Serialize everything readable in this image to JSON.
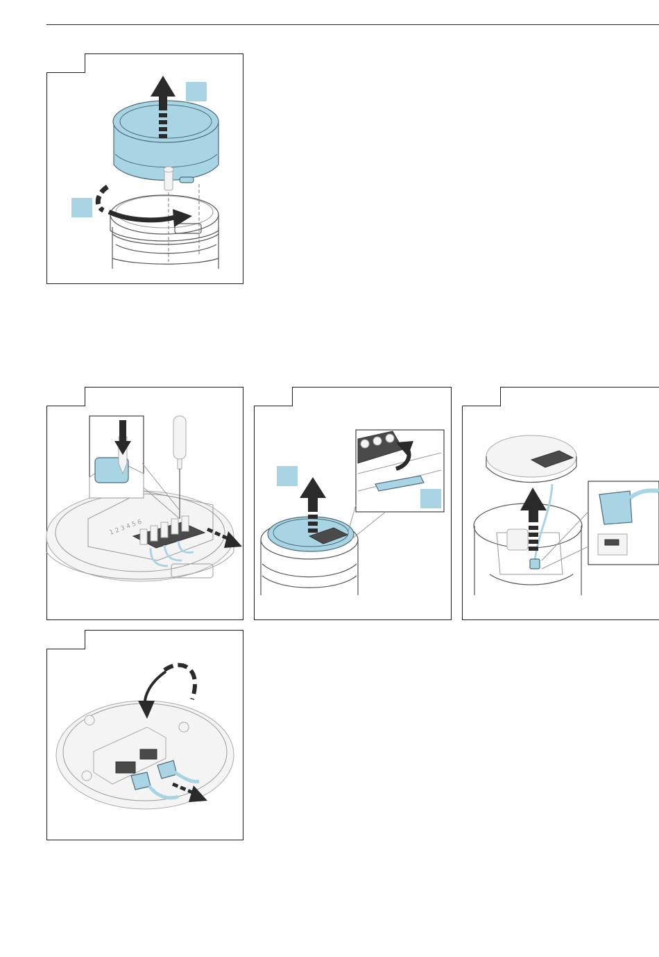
{
  "colors": {
    "frame": "#1a1a1a",
    "accent_blue": "#a9d4e4",
    "outline_gray": "#555555",
    "arrow_dark": "#2a2a2a"
  },
  "figures": [
    {
      "id": "fig-1",
      "step": "remove-cover",
      "icons": [
        "unscrew-arrow-icon",
        "lift-up-arrow-icon"
      ],
      "callouts": 2
    },
    {
      "id": "fig-2",
      "step": "release-terminal-wires",
      "icons": [
        "screwdriver-icon",
        "pull-out-arrow-icon"
      ],
      "terminal_digits": "1 2 3 4 5 6"
    },
    {
      "id": "fig-3",
      "step": "lift-electronics-module",
      "icons": [
        "lift-up-arrow-icon",
        "release-clip-arrow-icon"
      ],
      "callouts": 2
    },
    {
      "id": "fig-4",
      "step": "disconnect-cable-plug",
      "icons": [
        "lift-up-arrow-icon"
      ]
    },
    {
      "id": "fig-5",
      "step": "rotate-and-unplug",
      "icons": [
        "rotate-arrow-icon",
        "pull-out-arrow-icon"
      ]
    }
  ]
}
